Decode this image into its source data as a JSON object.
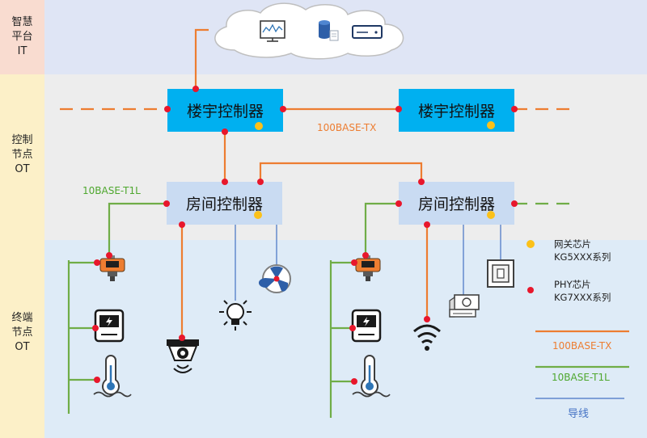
{
  "layers": {
    "smart_platform": [
      "智慧",
      "平台",
      "IT"
    ],
    "control_node": [
      "控制",
      "节点",
      "OT"
    ],
    "terminal_node": [
      "终端",
      "节点",
      "OT"
    ]
  },
  "controllers": {
    "building_1": "楼宇控制器",
    "building_2": "楼宇控制器",
    "room_1": "房间控制器",
    "room_2": "房间控制器"
  },
  "links": {
    "backbone": "100BASE-TX",
    "field": "10BASE-T1L"
  },
  "legend": {
    "gateway_chip": [
      "网关芯片",
      "KG5XXX系列"
    ],
    "phy_chip": [
      "PHY芯片",
      "KG7XXX系列"
    ],
    "line_100base": "100BASE-TX",
    "line_10base": "10BASE-T1L",
    "line_wire": "导线"
  },
  "colors": {
    "orange": "#ed7d31",
    "green": "#70ad47",
    "blue_wire": "#4472c4",
    "red_phy": "#e8172c",
    "yellow_gateway": "#fbc11a",
    "building_controller": "#00b0f0",
    "room_controller": "#c9dbf2"
  },
  "icons": [
    "cloud-icon",
    "monitor-icon",
    "database-icon",
    "server-icon",
    "gas-detector-icon",
    "meter-icon",
    "temperature-icon",
    "camera-icon",
    "light-bulb-icon",
    "fan-icon",
    "wifi-icon",
    "air-conditioner-icon",
    "switch-panel-icon"
  ]
}
